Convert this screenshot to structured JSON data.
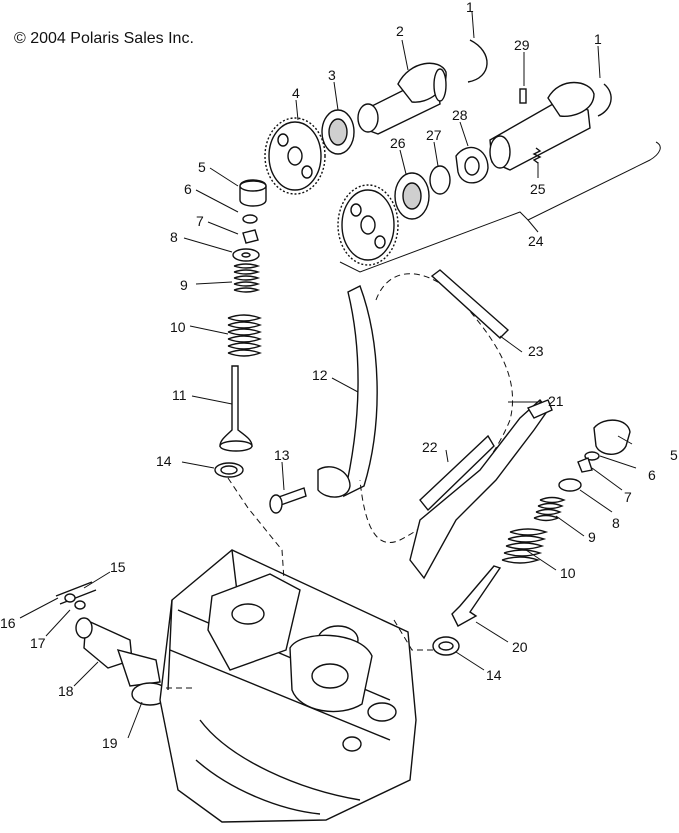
{
  "copyright": "© 2004 Polaris Sales Inc.",
  "callouts": {
    "c1a": "1",
    "c1b": "1",
    "c2": "2",
    "c3": "3",
    "c4": "4",
    "c5a": "5",
    "c5b": "5",
    "c6a": "6",
    "c6b": "6",
    "c7a": "7",
    "c7b": "7",
    "c8a": "8",
    "c8b": "8",
    "c9a": "9",
    "c9b": "9",
    "c10a": "10",
    "c10b": "10",
    "c11": "11",
    "c12": "12",
    "c13": "13",
    "c14a": "14",
    "c14b": "14",
    "c15": "15",
    "c16": "16",
    "c17": "17",
    "c18": "18",
    "c19": "19",
    "c20": "20",
    "c21": "21",
    "c22": "22",
    "c23": "23",
    "c24": "24",
    "c25": "25",
    "c26": "26",
    "c27": "27",
    "c28": "28",
    "c29": "29"
  }
}
